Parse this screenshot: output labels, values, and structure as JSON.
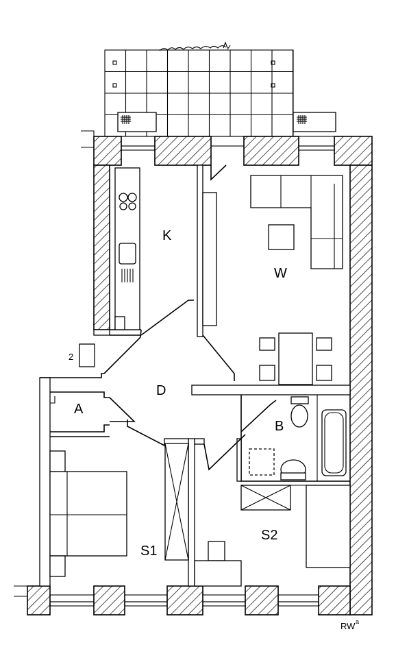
{
  "rooms": {
    "kitchen": "K",
    "living": "W",
    "hall": "D",
    "storage": "A",
    "bath": "B",
    "bedroom1": "S1",
    "bedroom2": "S2"
  },
  "annotations": {
    "entrance_number": "2",
    "author_mark": "RW",
    "author_mark_sup": "a"
  }
}
